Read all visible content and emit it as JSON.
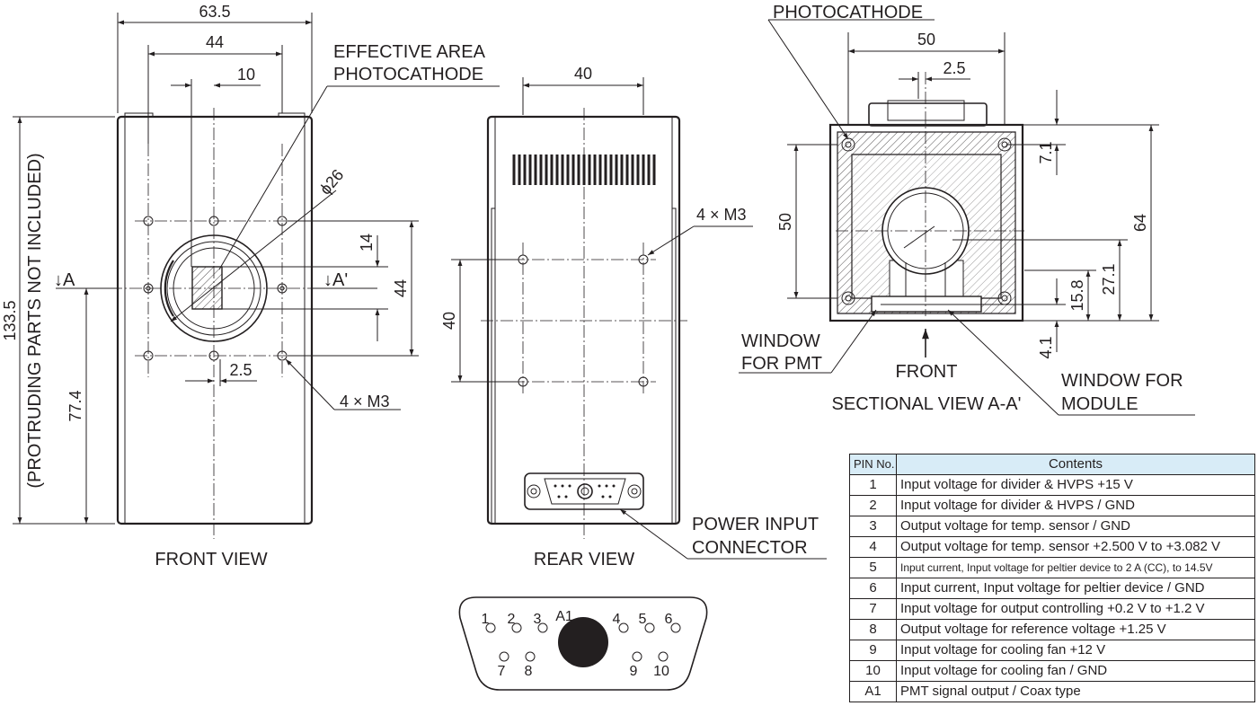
{
  "front_view": {
    "title": "FRONT VIEW",
    "dim_width": "63.5",
    "dim_hole_spacing": "44",
    "dim_center_offset": "10",
    "label_effective_area_line1": "EFFECTIVE AREA",
    "label_effective_area_line2": "PHOTOCATHODE",
    "dim_diameter": "ϕ26",
    "dim_14": "14",
    "dim_44_vertical": "44",
    "section_a": "↓A",
    "section_a_prime": "↓A'",
    "dim_2_5": "2.5",
    "label_screws": "4 × M3",
    "dim_height": "133.5",
    "height_note": "(PROTRUDING PARTS NOT INCLUDED)",
    "dim_77_4": "77.4"
  },
  "rear_view": {
    "title": "REAR VIEW",
    "dim_40_top": "40",
    "dim_40_side": "40",
    "label_screws": "4 × M3",
    "label_connector_line1": "POWER INPUT",
    "label_connector_line2": "CONNECTOR"
  },
  "section_view": {
    "title": "SECTIONAL VIEW A-A'",
    "label_photocathode": "PHOTOCATHODE",
    "dim_50_top": "50",
    "dim_2_5": "2.5",
    "dim_50_left": "50",
    "dim_7_1": "7.1",
    "dim_64": "64",
    "dim_27_1": "27.1",
    "dim_15_8": "15.8",
    "dim_4_1": "4.1",
    "label_window_pmt_line1": "WINDOW",
    "label_window_pmt_line2": "FOR PMT",
    "label_front": "FRONT",
    "label_window_module_line1": "WINDOW FOR",
    "label_window_module_line2": "MODULE"
  },
  "connector_pins": {
    "top_row": [
      "1",
      "2",
      "3",
      "4",
      "5",
      "6"
    ],
    "coax": "A1",
    "bottom_row": [
      "7",
      "8",
      "9",
      "10"
    ]
  },
  "pin_table": {
    "headers": [
      "PIN No.",
      "Contents"
    ],
    "rows": [
      [
        "1",
        "Input voltage for divider & HVPS +15 V"
      ],
      [
        "2",
        "Input voltage for divider & HVPS / GND"
      ],
      [
        "3",
        "Output voltage for temp. sensor / GND"
      ],
      [
        "4",
        "Output voltage for temp. sensor +2.500 V to +3.082 V"
      ],
      [
        "5",
        "Input current, Input voltage for peltier device to 2 A (CC), to 14.5V"
      ],
      [
        "6",
        "Input current, Input voltage for peltier device / GND"
      ],
      [
        "7",
        "Input voltage for output controlling +0.2 V to +1.2 V"
      ],
      [
        "8",
        "Output voltage for reference voltage +1.25 V"
      ],
      [
        "9",
        "Input voltage for cooling fan +12 V"
      ],
      [
        "10",
        "Input voltage for cooling fan / GND"
      ],
      [
        "A1",
        "PMT signal output / Coax type"
      ]
    ]
  },
  "colors": {
    "line": "#231f20",
    "table_header_bg": "#d8ecf7",
    "background": "#ffffff"
  }
}
